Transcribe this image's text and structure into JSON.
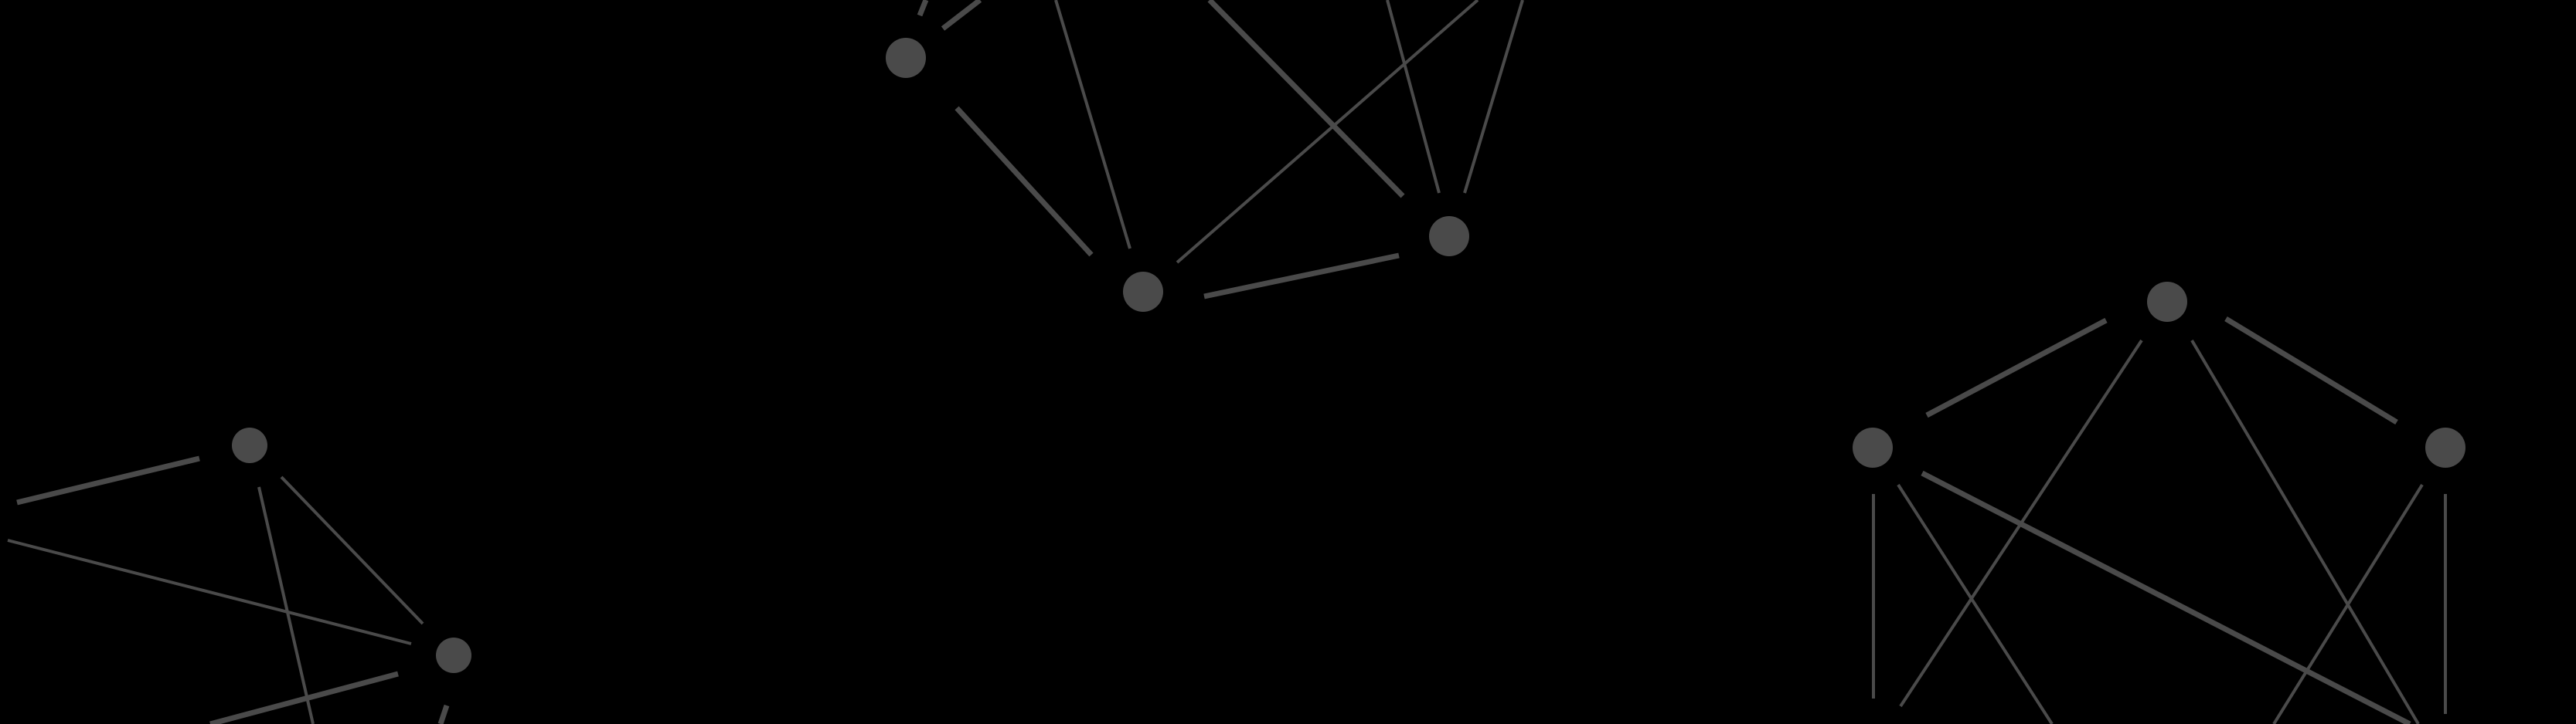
{
  "background": {
    "color": "#000000",
    "line_color": "#4a4a4a",
    "node_color": "#4a4a4a"
  },
  "clusters": [
    {
      "name": "left-cluster"
    },
    {
      "name": "top-cluster"
    },
    {
      "name": "right-cluster"
    }
  ]
}
